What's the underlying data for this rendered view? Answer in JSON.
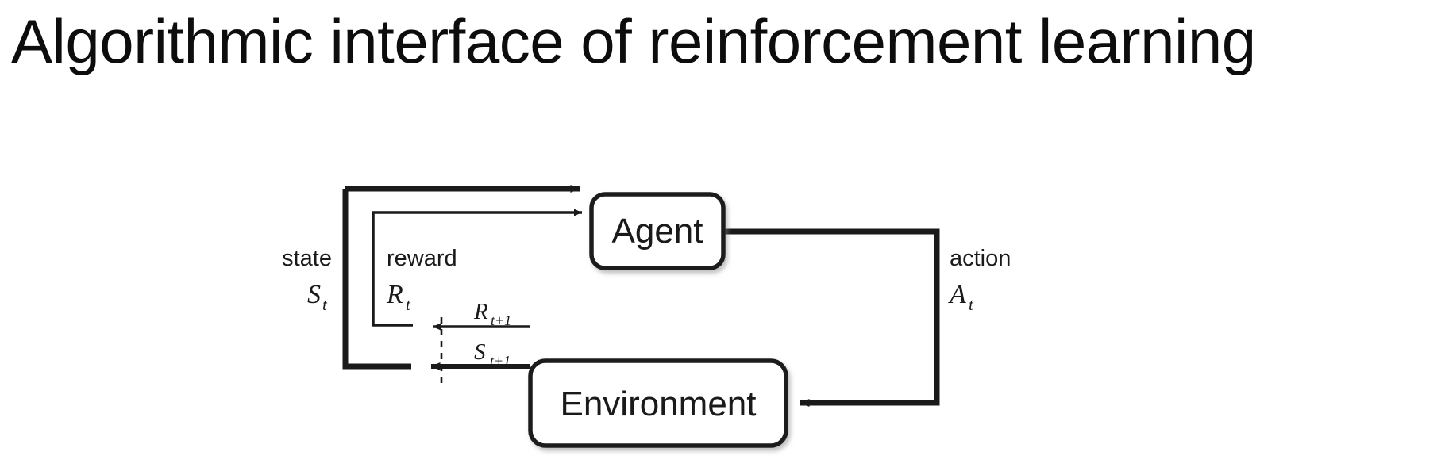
{
  "slide": {
    "title": "Algorithmic interface of reinforcement learning",
    "background_color": "#ffffff",
    "text_color": "#0d0d0d"
  },
  "diagram": {
    "name": "agent-environment-interaction-loop",
    "stroke_color": "#1a1a1a",
    "fill_color": "#ffffff",
    "nodes": [
      {
        "id": "agent",
        "label": "Agent"
      },
      {
        "id": "environment",
        "label": "Environment"
      }
    ],
    "edge_labels": {
      "state_word": "state",
      "state_symbol": "S",
      "state_subscript": "t",
      "reward_word": "reward",
      "reward_symbol": "R",
      "reward_subscript": "t",
      "action_word": "action",
      "action_symbol": "A",
      "action_subscript": "t",
      "next_reward_symbol": "R",
      "next_reward_subscript": "t+1",
      "next_state_symbol": "S",
      "next_state_subscript": "t+1"
    }
  }
}
